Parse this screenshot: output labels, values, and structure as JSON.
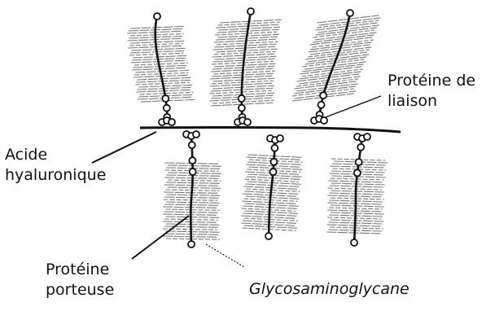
{
  "labels": {
    "acide_hyaluronique": [
      "Acide",
      "hyaluronique"
    ],
    "proteine_de_liaison": [
      "Protéine de",
      "liaison"
    ],
    "proteine_porteuse": [
      "Protéine",
      "porteuse"
    ],
    "glycosaminoglycane": "Glycosaminoglycane"
  },
  "colors": {
    "line": "#111111",
    "glycosaminoglycan_hatching": "#777777",
    "background": "#ffffff"
  }
}
